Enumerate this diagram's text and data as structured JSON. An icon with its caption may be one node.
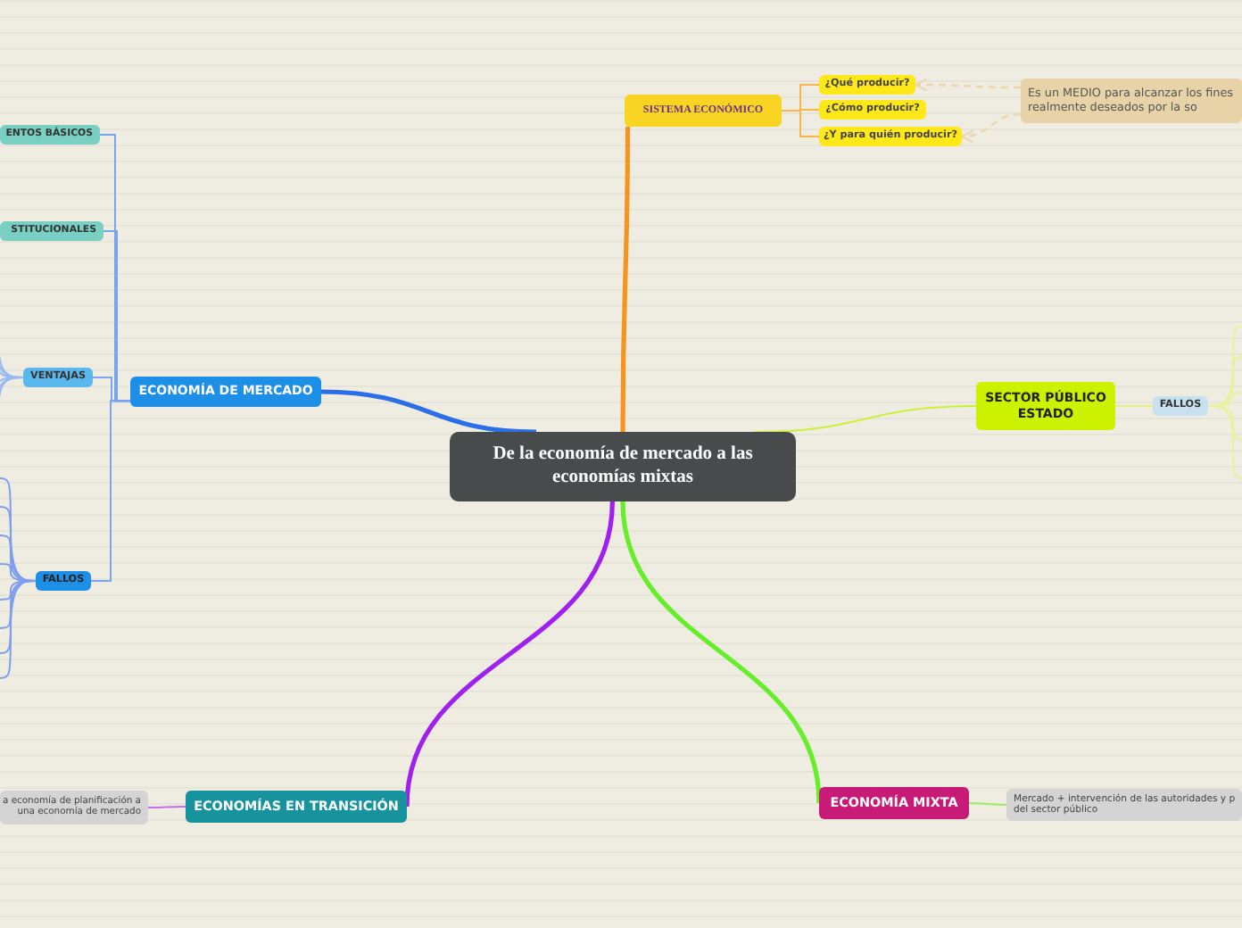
{
  "diagram": {
    "nodes": [
      {
        "text": [
          "De la economía de mercado a las economías mixtas"
        ]
      },
      {
        "text": [
          "SISTEMA ECONÓMICO"
        ]
      },
      {
        "text": [
          "¿Qué producir?"
        ]
      },
      {
        "text": [
          "¿Cómo producir?"
        ]
      },
      {
        "text": [
          "¿Y para quién producir?"
        ]
      },
      {
        "text": [
          "Es un MEDIO para alcanzar los fines realmente deseados por la so"
        ]
      },
      {
        "text": [
          "ECONOMÍA DE MERCADO"
        ]
      },
      {
        "text": [
          "ENTOS BÁSICOS"
        ]
      },
      {
        "text": [
          "STITUCIONALES"
        ]
      },
      {
        "text": [
          "VENTAJAS"
        ]
      },
      {
        "text": [
          "FALLOS"
        ]
      },
      {
        "text": [
          "SECTOR PÚBLICO ESTADO"
        ]
      },
      {
        "text": [
          "FALLOS"
        ]
      },
      {
        "text": [
          "ECONOMÍAS EN TRANSICIÓN"
        ]
      },
      {
        "text": [
          "a economía de planificación a una economía de mercado"
        ]
      },
      {
        "text": [
          "ECONOMÍA  MIXTA"
        ]
      },
      {
        "text": [
          "Mercado + intervención de las autoridades y p del sector público"
        ]
      }
    ],
    "edges": [
      {
        "from": 0,
        "to": 1,
        "arrow": "none",
        "style": "thick",
        "color": "#f7941d"
      },
      {
        "from": 1,
        "to": 2,
        "arrow": "none",
        "color": "#f9b64a"
      },
      {
        "from": 1,
        "to": 3,
        "arrow": "none",
        "color": "#f9b64a"
      },
      {
        "from": 1,
        "to": 4,
        "arrow": "none",
        "color": "#f9b64a"
      },
      {
        "from": 5,
        "to": 2,
        "arrow": "to",
        "style": "dashed",
        "color": "#ead7b0"
      },
      {
        "from": 5,
        "to": 4,
        "arrow": "to",
        "style": "dashed",
        "color": "#ead7b0"
      },
      {
        "from": 0,
        "to": 6,
        "arrow": "none",
        "style": "thick",
        "color": "#2a6fe8"
      },
      {
        "from": 6,
        "to": 7,
        "arrow": "none",
        "color": "#7aa3f0"
      },
      {
        "from": 6,
        "to": 8,
        "arrow": "none",
        "color": "#7aa3f0"
      },
      {
        "from": 6,
        "to": 9,
        "arrow": "none",
        "color": "#7aa3f0"
      },
      {
        "from": 6,
        "to": 10,
        "arrow": "none",
        "color": "#7aa3f0"
      },
      {
        "from": 9,
        "to": null,
        "arrow": "none",
        "color": "#9bb8f2"
      },
      {
        "from": 9,
        "to": null,
        "arrow": "none",
        "color": "#9bb8f2"
      },
      {
        "from": 9,
        "to": null,
        "arrow": "none",
        "color": "#9bb8f2"
      },
      {
        "from": 9,
        "to": null,
        "arrow": "none",
        "color": "#9bb8f2"
      },
      {
        "from": 9,
        "to": null,
        "arrow": "none",
        "color": "#9bb8f2"
      },
      {
        "from": 9,
        "to": null,
        "arrow": "none",
        "color": "#9bb8f2"
      },
      {
        "from": 10,
        "to": null,
        "arrow": "none",
        "color": "#7e9ff0"
      },
      {
        "from": 10,
        "to": null,
        "arrow": "none",
        "color": "#7e9ff0"
      },
      {
        "from": 10,
        "to": null,
        "arrow": "none",
        "color": "#7e9ff0"
      },
      {
        "from": 10,
        "to": null,
        "arrow": "none",
        "color": "#7e9ff0"
      },
      {
        "from": 10,
        "to": null,
        "arrow": "none",
        "color": "#7e9ff0"
      },
      {
        "from": 10,
        "to": null,
        "arrow": "none",
        "color": "#7e9ff0"
      },
      {
        "from": 10,
        "to": null,
        "arrow": "none",
        "color": "#7e9ff0"
      },
      {
        "from": 10,
        "to": null,
        "arrow": "none",
        "color": "#7e9ff0"
      },
      {
        "from": 0,
        "to": 11,
        "arrow": "none",
        "color": "#cdef3a"
      },
      {
        "from": 11,
        "to": 12,
        "arrow": "none",
        "color": "#dff28a"
      },
      {
        "from": 12,
        "to": null,
        "arrow": "none",
        "color": "#e6f29a"
      },
      {
        "from": 12,
        "to": null,
        "arrow": "none",
        "color": "#e6f29a"
      },
      {
        "from": 12,
        "to": null,
        "arrow": "none",
        "color": "#e6f29a"
      },
      {
        "from": 12,
        "to": null,
        "arrow": "none",
        "color": "#e6f29a"
      },
      {
        "from": 12,
        "to": null,
        "arrow": "none",
        "color": "#e6f29a"
      },
      {
        "from": 0,
        "to": 13,
        "arrow": "none",
        "style": "thick",
        "color": "#a020f0"
      },
      {
        "from": 13,
        "to": 14,
        "arrow": "none",
        "color": "#c46cf0"
      },
      {
        "from": 0,
        "to": 15,
        "arrow": "none",
        "style": "thick",
        "color": "#66ee2a"
      },
      {
        "from": 15,
        "to": 16,
        "arrow": "none",
        "color": "#9bee66"
      }
    ]
  }
}
